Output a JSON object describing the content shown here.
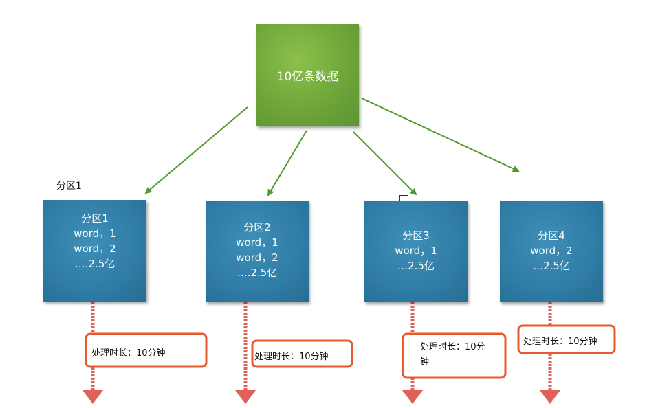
{
  "source": {
    "label": "10亿条数据"
  },
  "floating_label": "分区1",
  "partitions": [
    {
      "title": "分区1",
      "lines": [
        "word，1",
        "word，2"
      ],
      "count": "….2.5亿",
      "duration": "处理时长：10分钟"
    },
    {
      "title": "分区2",
      "lines": [
        "word，1",
        "word，2"
      ],
      "count": "….2.5亿",
      "duration": "处理时长：10分钟"
    },
    {
      "title": "分区3",
      "lines": [
        "word，1"
      ],
      "count": "…2.5亿",
      "duration_lines": [
        "处理时长：10分",
        "钟"
      ]
    },
    {
      "title": "分区4",
      "lines": [
        "word，2"
      ],
      "count": "…2.5亿",
      "duration": "处理时长：10分钟"
    }
  ],
  "colors": {
    "source_fill": "#6ea63a",
    "partition_fill": "#2f7ca5",
    "green_arrow": "#4f9a2a",
    "red_arrow": "#e0605a",
    "highlight_border": "#e8592e"
  }
}
